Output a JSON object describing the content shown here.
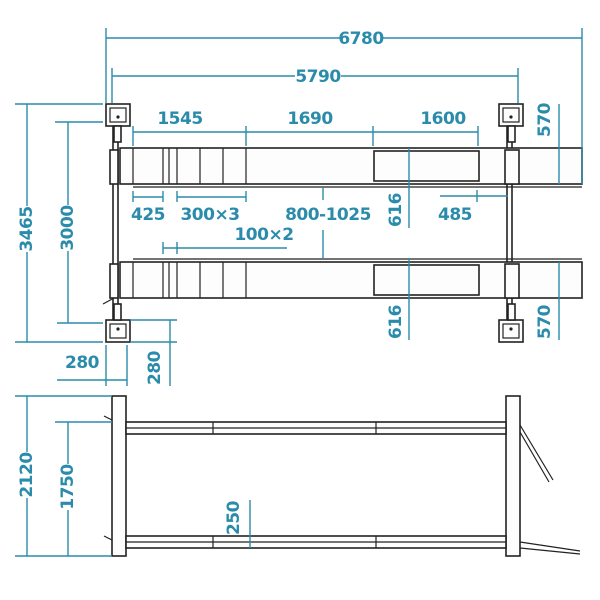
{
  "colors": {
    "dimension": "#2b8bab",
    "outline": "#222222"
  },
  "plan_view": {
    "overall_length": "6780",
    "post_spacing_length": "5790",
    "overall_width": "3465",
    "post_spacing_width": "3000",
    "section_1": "1545",
    "section_2": "1690",
    "section_3": "1600",
    "front_offset": "425",
    "plates": "300×3",
    "plates_small": "100×2",
    "runway_gap": "800-1025",
    "slip_plate_upper": "616",
    "slip_plate_lower": "616",
    "rear_offset": "485",
    "runway_width_upper": "570",
    "runway_width_lower": "570",
    "post_base_width": "280",
    "post_base_depth": "280"
  },
  "side_view": {
    "overall_height": "2120",
    "max_lift_height": "1750",
    "min_height": "250"
  }
}
